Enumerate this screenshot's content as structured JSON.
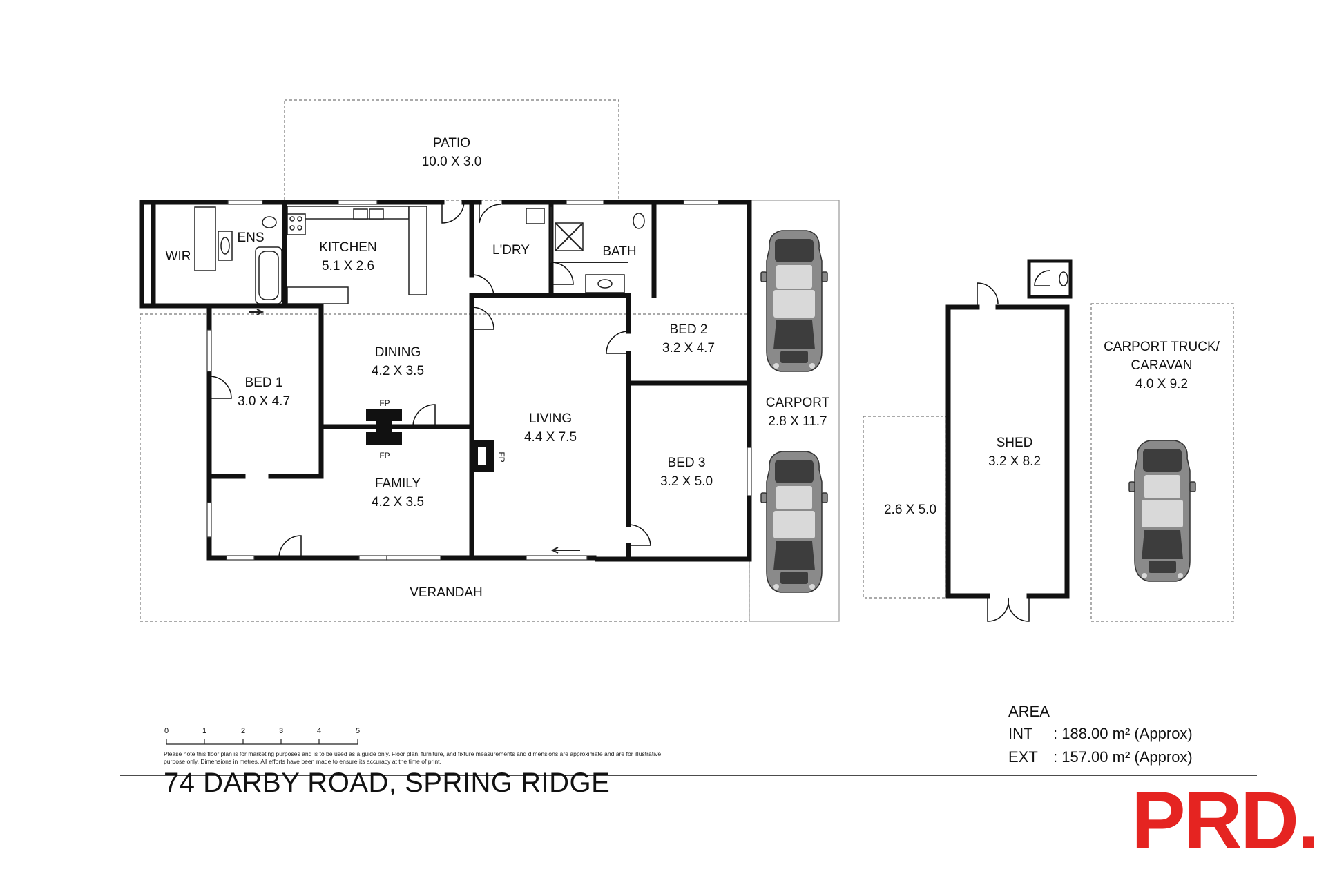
{
  "rooms": {
    "patio": {
      "name": "PATIO",
      "dims": "10.0 X 3.0"
    },
    "wir": {
      "name": "WIR"
    },
    "ens": {
      "name": "ENS"
    },
    "kitchen": {
      "name": "KITCHEN",
      "dims": "5.1 X 2.6"
    },
    "laundry": {
      "name": "L'DRY"
    },
    "bath": {
      "name": "BATH"
    },
    "bed1": {
      "name": "BED 1",
      "dims": "3.0 X 4.7"
    },
    "dining": {
      "name": "DINING",
      "dims": "4.2 X 3.5"
    },
    "bed2": {
      "name": "BED 2",
      "dims": "3.2 X 4.7"
    },
    "living": {
      "name": "LIVING",
      "dims": "4.4 X 7.5"
    },
    "family": {
      "name": "FAMILY",
      "dims": "4.2 X 3.5"
    },
    "bed3": {
      "name": "BED 3",
      "dims": "3.2 X 5.0"
    },
    "verandah": {
      "name": "VERANDAH"
    },
    "carport": {
      "name": "CARPORT",
      "dims": "2.8 X 11.7"
    },
    "side_area": {
      "dims": "2.6 X 5.0"
    },
    "shed": {
      "name": "SHED",
      "dims": "3.2 X 8.2"
    },
    "carport_truck": {
      "name_line1": "CARPORT TRUCK/",
      "name_line2": "CARAVAN",
      "dims": "4.0 X 9.2"
    }
  },
  "fireplace": {
    "label": "FP"
  },
  "scale": {
    "ticks": [
      "0",
      "1",
      "2",
      "3",
      "4",
      "5"
    ]
  },
  "disclaimer": "Please note this floor plan is for marketing purposes and is to be used as a guide only. Floor plan, furniture, and fixture measurements and dimensions are approximate and are for illustrative purpose only. Dimensions in metres. All efforts have been made to ensure its accuracy at the time of print.",
  "area": {
    "heading": "AREA",
    "int_label": "INT",
    "int_value": ": 188.00 m² (Approx)",
    "ext_label": "EXT",
    "ext_value": ": 157.00 m² (Approx)"
  },
  "address": "74 DARBY ROAD, SPRING RIDGE",
  "logo": {
    "text": "PRD.",
    "color": "#e52421"
  }
}
